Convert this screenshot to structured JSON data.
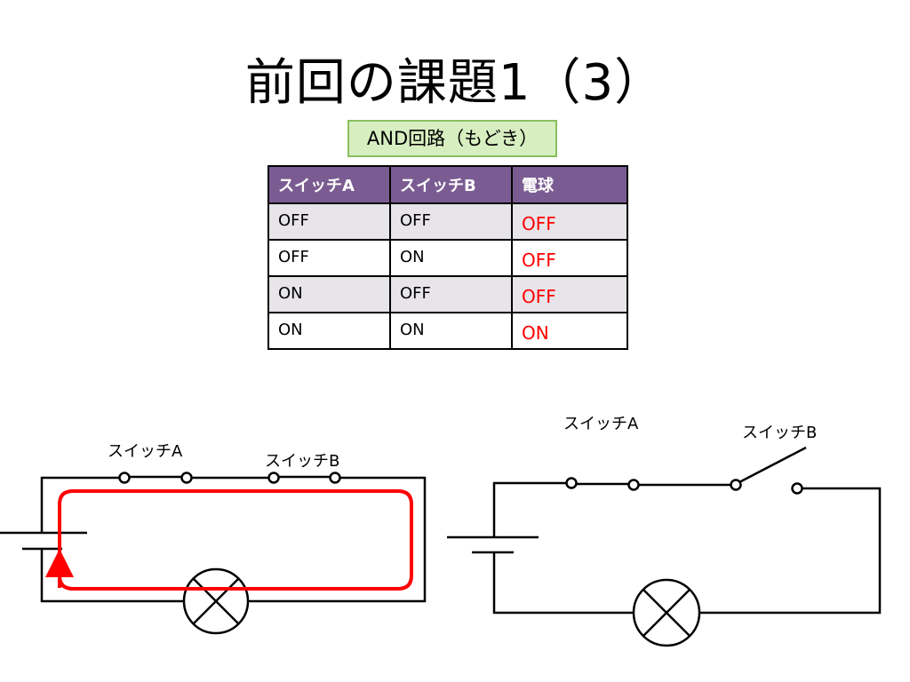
{
  "title": "前回の課題1（3）",
  "subtitle": "AND回路（もどき）",
  "table": {
    "headers": [
      "スイッチA",
      "スイッチB",
      "電球"
    ],
    "rows": [
      [
        "OFF",
        "OFF",
        "OFF"
      ],
      [
        "OFF",
        "ON",
        "OFF"
      ],
      [
        "ON",
        "OFF",
        "OFF"
      ],
      [
        "ON",
        "ON",
        "ON"
      ]
    ]
  },
  "left_circuit": {
    "switch_a_label": "スイッチA",
    "switch_b_label": "スイッチB"
  },
  "right_circuit": {
    "switch_a_label": "スイッチA",
    "switch_b_label": "スイッチB"
  },
  "colors": {
    "header_bg": "#7b5c92",
    "subtitle_bg": "#d7eec1",
    "current_arrow": "#ff0000",
    "bulb_text": "#ff0000"
  }
}
